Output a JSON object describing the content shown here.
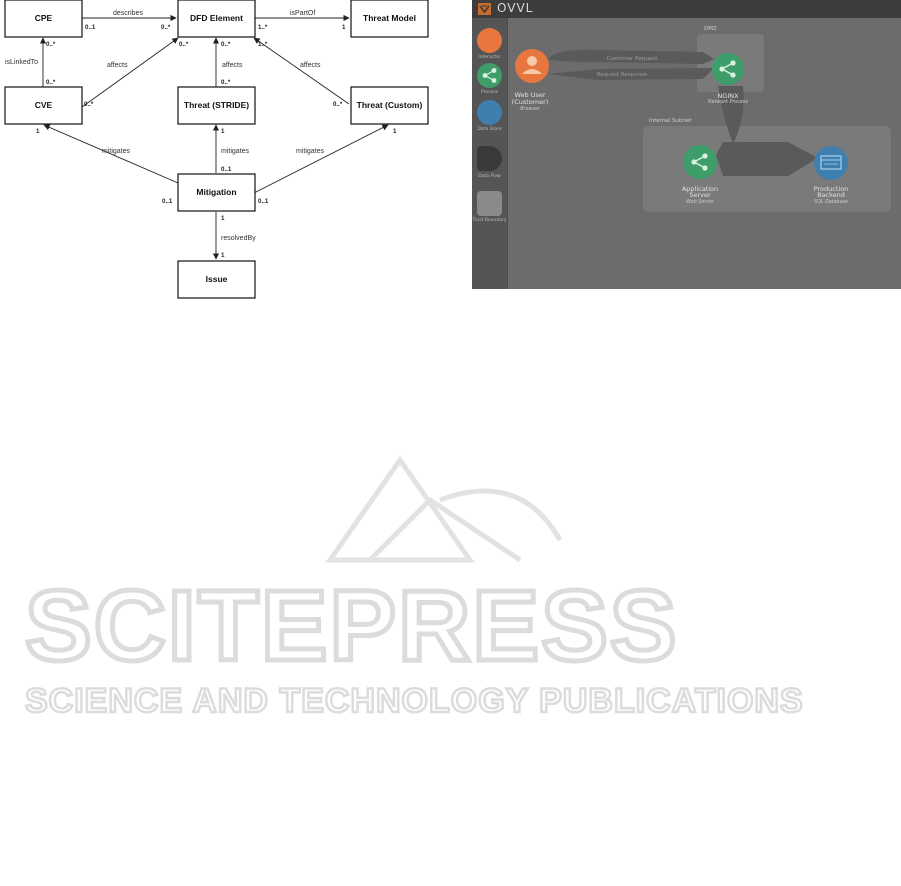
{
  "uml": {
    "classes": {
      "cpe": "CPE",
      "dfd_element": "DFD Element",
      "threat_model": "Threat Model",
      "cve": "CVE",
      "threat_stride": "Threat (STRIDE)",
      "threat_custom": "Threat (Custom)",
      "mitigation": "Mitigation",
      "issue": "Issue"
    },
    "relations": {
      "describes": "describes",
      "is_part_of": "isPartOf",
      "is_linked_to": "isLinkedTo",
      "affects_cve": "affects",
      "affects_stride": "affects",
      "affects_custom": "affects",
      "mitigates_cve": "mitigates",
      "mitigates_stride": "mitigates",
      "mitigates_custom": "mitigates",
      "resolved_by": "resolvedBy"
    },
    "multiplicities": {
      "cpe_describes": "0..1",
      "dfd_describes": "0..*",
      "dfd_partof": "1..*",
      "tm_partof": "1",
      "cpe_linked": "0..*",
      "cve_linked": "0..*",
      "cve_affects": "0..*",
      "dfd_affects_cve": "0..*",
      "dfd_affects_stride": "0..*",
      "stride_affects": "0..*",
      "dfd_affects_custom": "1..*",
      "custom_affects": "0..*",
      "cve_mit": "1",
      "mit_cve": "0..1",
      "stride_mit": "1",
      "mit_stride": "0..1",
      "custom_mit": "1",
      "mit_custom": "0..1",
      "mit_issue": "1",
      "issue_mit": "1"
    }
  },
  "ovvl": {
    "app_title": "OVVL",
    "palette": [
      {
        "label": "Interactor",
        "color": "#e8773f"
      },
      {
        "label": "Process",
        "color": "#3e9e6a"
      },
      {
        "label": "Data Store",
        "color": "#3e7fb0"
      },
      {
        "label": "Data Flow",
        "color": "#3a3a3a"
      },
      {
        "label": "Trust Boundary",
        "color": "#8a8a8a"
      }
    ],
    "zones": {
      "dmz": "DMZ",
      "internal": "Internal Subnet"
    },
    "nodes": {
      "web_user": {
        "label1": "Web User",
        "label2": "(Customer)",
        "sub": "Browser",
        "color": "#e8773f"
      },
      "nginx": {
        "label1": "NGINX",
        "label2": "",
        "sub": "Network Process",
        "color": "#3e9e6a"
      },
      "app_server": {
        "label1": "Application",
        "label2": "Server",
        "sub": "Web Server",
        "color": "#3e9e6a"
      },
      "backend": {
        "label1": "Production",
        "label2": "Backend",
        "sub": "SQL Database",
        "color": "#3e7fb0"
      }
    },
    "flows": {
      "request": "Customer Request",
      "response": "Request Response"
    }
  },
  "watermark": {
    "line1": "SCITEPRESS",
    "line2": "SCIENCE AND TECHNOLOGY PUBLICATIONS"
  }
}
